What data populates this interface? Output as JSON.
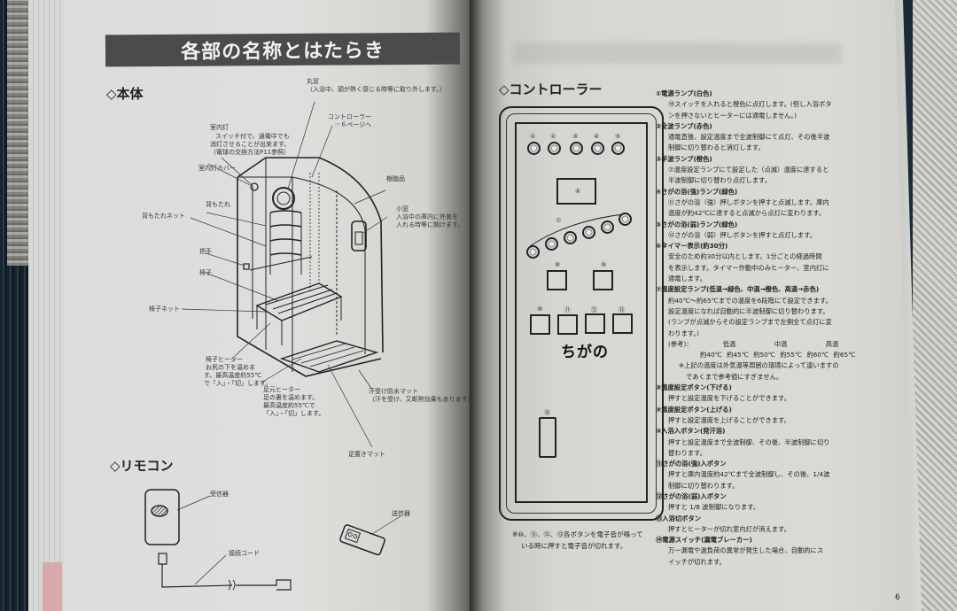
{
  "left_page": {
    "title": "各部の名称とはたらき",
    "body_section": {
      "heading": "◇本体",
      "labels": {
        "round_window": "丸窓",
        "round_window_note": "（入浴中、頭が熱く感じる時等に取り外します。）",
        "controller": "コントローラー",
        "controller_ref": "☞６ページへ",
        "room_light": "室内灯",
        "room_light_note_1": "スイッチ付で、通電中でも",
        "room_light_note_2": "消灯させることが出来ます。",
        "room_light_note_3": "（電球の交換方法P11参照）",
        "room_light_cover": "室内灯カバー",
        "resin_product": "樹脂品",
        "backrest": "背もたれ",
        "backrest_net": "背もたれネット",
        "small_window": "小窓",
        "small_window_note_1": "入浴中の庫内に外気を",
        "small_window_note_2": "入れる時等に開けます。",
        "handle": "把手",
        "chair": "椅子",
        "chair_net": "椅子ネット",
        "chair_heater": "椅子ヒーター",
        "chair_heater_note_1": "お尻の下を温めま",
        "chair_heater_note_2": "す。最高温度約55℃",
        "chair_heater_note_3": "で「入」・「切」します。",
        "foot_heater": "足元ヒーター",
        "foot_heater_note_1": "足の裏を温めます。",
        "foot_heater_note_2": "最高温度約55℃で",
        "foot_heater_note_3": "「入」・「切」します。",
        "sweat_mat": "汗受け防水マット",
        "sweat_mat_note": "（汗を受け、又断熱効果もあります）",
        "foot_mat": "足置きマット"
      }
    },
    "remote_section": {
      "heading": "◇リモコン",
      "labels": {
        "receiver": "受信器",
        "cord": "接続コード",
        "transmitter": "送信器"
      }
    }
  },
  "right_page": {
    "controller_heading": "◇コントローラー",
    "panel": {
      "top_lamps": [
        "①",
        "②",
        "③",
        "④",
        "⑤"
      ],
      "display": "⑥",
      "temp_lamps_label": "⑦",
      "temp_buttons": [
        "⑧",
        "⑨"
      ],
      "mode_buttons": [
        "⑩",
        "⑪",
        "⑫",
        "⑬"
      ],
      "brand": "ちがの",
      "power_switch": "⑭"
    },
    "footnote_1": "※⑩、⑪、⑫、⑬各ボタンを電子音が鳴って",
    "footnote_2": "いる時に押すと電子音が切れます。",
    "descriptions": [
      {
        "title": "①電源ランプ(白色)",
        "body": "⑭スイッチを入れると橙色に点灯します。(但し入浴ボタ\nンを押さないとヒーターには通電しません。)"
      },
      {
        "title": "②全波ランプ(赤色)",
        "body": "通電直後、設定温度まで全波制御にて点灯、その後半波\n制御に切り替わると消灯します。"
      },
      {
        "title": "③半波ランプ(橙色)",
        "body": "⑦温度設定ランプにて設定した（点滅）温度に達すると\n半波制御に切り替わり点灯します。"
      },
      {
        "title": "④さがの浴(強)ランプ(緑色)",
        "body": "⑪さがの浴（強）押しボタンを押すと点滅します。庫内\n温度が約42℃に達すると点滅から点灯に変わります。"
      },
      {
        "title": "⑤さがの浴(弱)ランプ(緑色)",
        "body": "⑫さがの浴（弱）押しボタンを押すと点灯します。"
      },
      {
        "title": "⑥タイマー表示(約30分)",
        "body": "安全のため約30分以内とします。1分ごとの経過時間\nを表示します。タイマー作動中のみヒーター、室内灯に\n通電します。"
      },
      {
        "title": "⑦温度設定ランプ(低温→緑色、中温→橙色、高温→赤色)",
        "body": "約40℃～約65℃までの温度を6段階にて設定できます。\n設定温度になれば自動的に半波制御に切り替わります。\n(ランプが点滅からその設定ランプまで左側全て点灯に変\nわります。)"
      }
    ],
    "reference": {
      "label": "(参考)：",
      "levels": [
        "低温",
        "中温",
        "高温"
      ],
      "temps": [
        "約40℃",
        "約45℃",
        "約50℃",
        "約55℃",
        "約60℃",
        "約65℃"
      ],
      "note_1": "※上記の温度は外気温等周囲の環境によって違いますの",
      "note_2": "であくまで参考値にすぎません。"
    },
    "descriptions_2": [
      {
        "title": "⑧温度設定ボタン(下げる)",
        "body": "押すと設定温度を下げることができます。"
      },
      {
        "title": "⑨温度設定ボタン(上げる)",
        "body": "押すと設定温度を上げることができます。"
      },
      {
        "title": "⑩入浴入ボタン(発汗浴)",
        "body": "押すと設定温度まで全波制御、その後、半波制御に切り\n替わります。"
      },
      {
        "title": "⑪さがの浴(強)入ボタン",
        "body": "押すと庫内温度約42℃まで全波制御し、その後、1/4波\n制御に切り替わります。"
      },
      {
        "title": "⑫さがの浴(弱)入ボタン",
        "body": "押すと 1/8 波制御になります。"
      },
      {
        "title": "⑬入浴切ボタン",
        "body": "押すとヒーターが切れ室内灯が消えます。"
      },
      {
        "title": "⑭電源スイッチ(漏電ブレーカー)",
        "body": "万一漏電や過負荷の異常が発生した場合、自動的にス\nイッチが切れます。"
      }
    ],
    "page_number": "6"
  }
}
